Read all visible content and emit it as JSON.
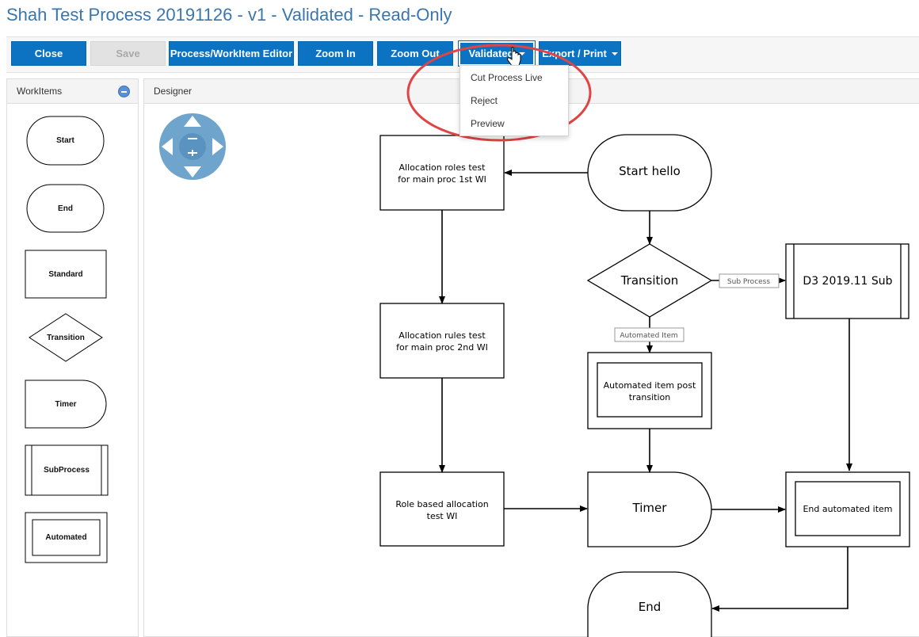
{
  "page": {
    "title": "Shah Test Process 20191126 - v1 - Validated - Read-Only"
  },
  "toolbar": {
    "buttons": [
      {
        "label": "Close",
        "enabled": true
      },
      {
        "label": "Save",
        "enabled": false
      },
      {
        "label": "Process/WorkItem Editor",
        "enabled": true
      },
      {
        "label": "Zoom In",
        "enabled": true
      },
      {
        "label": "Zoom Out",
        "enabled": true
      },
      {
        "label": "Validated",
        "enabled": true,
        "dropdown": true,
        "open": true
      },
      {
        "label": "Export / Print",
        "enabled": true,
        "dropdown": true
      }
    ],
    "validated_menu": [
      "Cut Process Live",
      "Reject",
      "Preview"
    ]
  },
  "workitems_panel": {
    "title": "WorkItems",
    "items": [
      "Start",
      "End",
      "Standard",
      "Transition",
      "Timer",
      "SubProcess",
      "Automated"
    ]
  },
  "designer": {
    "title": "Designer",
    "nodes": {
      "alloc1": "Allocation roles test\nfor main proc 1st WI",
      "alloc2": "Allocation rules test\nfor main proc 2nd WI",
      "role_based": "Role based allocation\ntest WI",
      "start": "Start hello",
      "transition": "Transition",
      "sub": "D3 2019.11 Sub",
      "automated": "Automated item post\ntransition",
      "timer": "Timer",
      "end_auto": "End automated item",
      "end": "End"
    },
    "edge_labels": {
      "sub_process": "Sub Process",
      "automated_item": "Automated Item"
    }
  },
  "colors": {
    "accent": "#0c73c2",
    "title": "#3a76ad",
    "nav_control": "#6fa4cc",
    "highlight_ring": "#e04444"
  },
  "icons": {
    "collapse": "minus-circle-icon",
    "nav": "pan-zoom-control-icon",
    "cursor": "hand-pointer-icon"
  }
}
